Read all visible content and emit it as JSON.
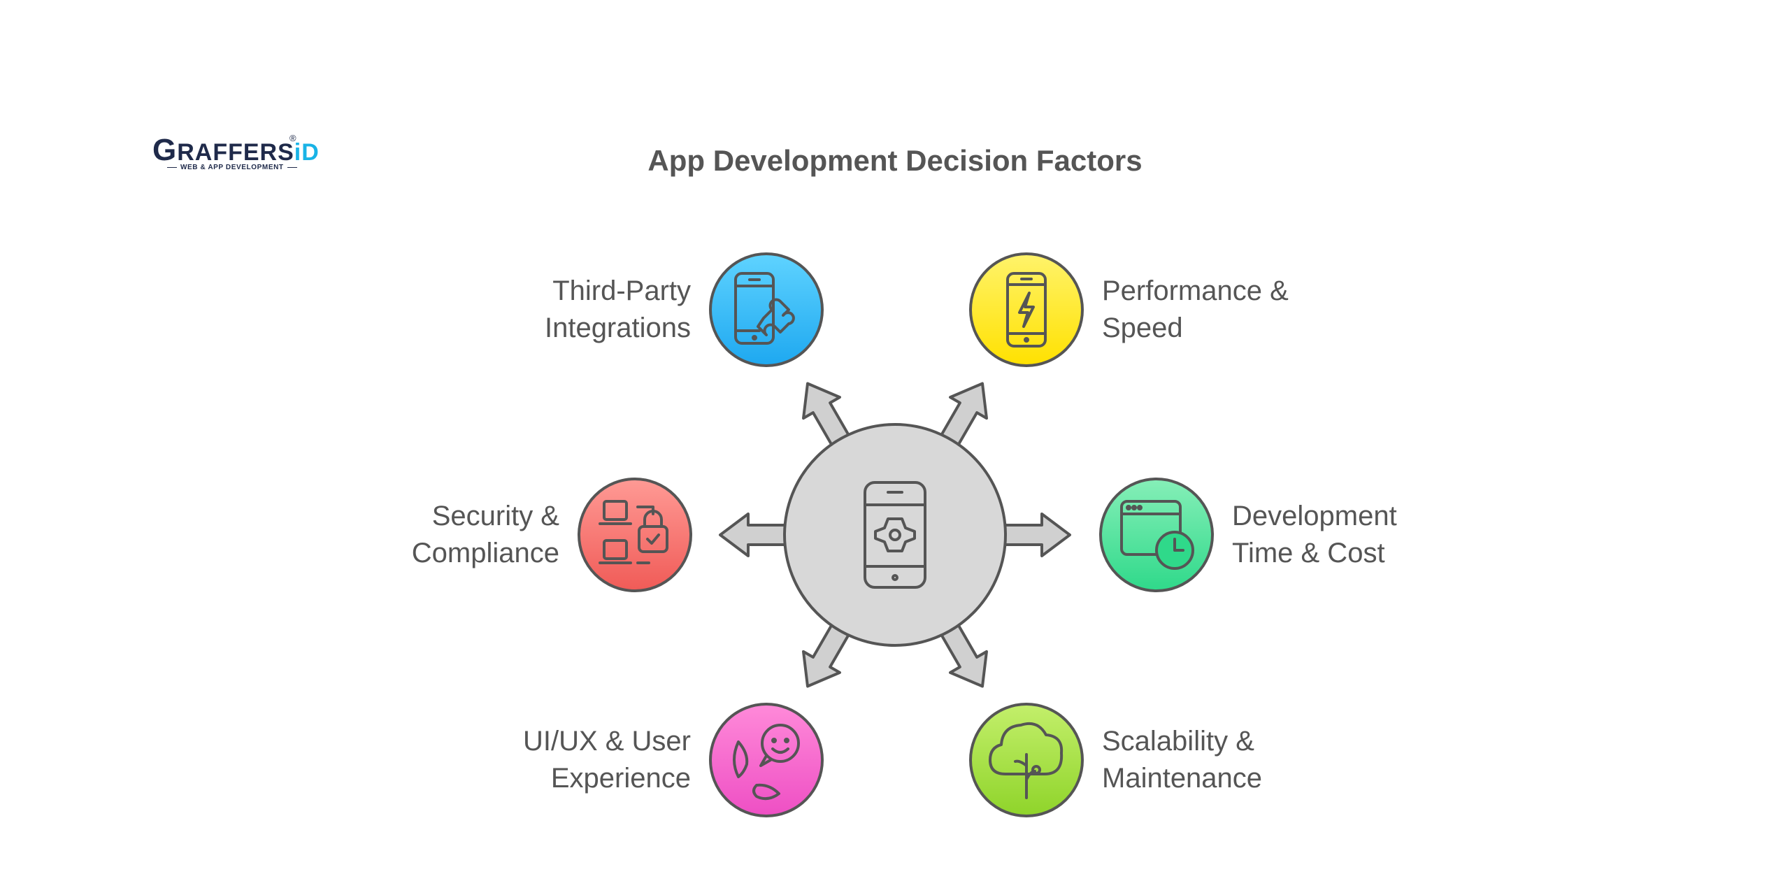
{
  "logo": {
    "brand_g": "G",
    "brand_mid": "RAFFERS",
    "brand_id": "iD",
    "registered": "®",
    "tagline": "WEB & APP DEVELOPMENT"
  },
  "title": "App Development Decision Factors",
  "colors": {
    "stroke": "#555555",
    "hub_fill": "#d8d8d8",
    "arrow_fill": "#d0d0d0",
    "text": "#555555",
    "logo_dark": "#1f2a4a",
    "logo_accent": "#19b3e6"
  },
  "hub": {
    "icon": "smartphone-gear-icon"
  },
  "factors": [
    {
      "label": "Third-Party\nIntegrations",
      "icon": "smartphone-puzzle-icon",
      "color_top": "#5fd3ff",
      "color_bottom": "#1ea8f0"
    },
    {
      "label": "Performance &\nSpeed",
      "icon": "smartphone-lightning-icon",
      "color_top": "#fff36b",
      "color_bottom": "#ffe100"
    },
    {
      "label": "Security &\nCompliance",
      "icon": "laptops-lock-icon",
      "color_top": "#ff9a95",
      "color_bottom": "#f05b57"
    },
    {
      "label": "Development\nTime & Cost",
      "icon": "browser-clock-icon",
      "color_top": "#86efb8",
      "color_bottom": "#2fd98a"
    },
    {
      "label": "UI/UX & User\nExperience",
      "icon": "chat-smile-icon",
      "color_top": "#ff8ad9",
      "color_bottom": "#ee4fc4"
    },
    {
      "label": "Scalability &\nMaintenance",
      "icon": "tree-icon",
      "color_top": "#c3ef6b",
      "color_bottom": "#8fd42a"
    }
  ]
}
